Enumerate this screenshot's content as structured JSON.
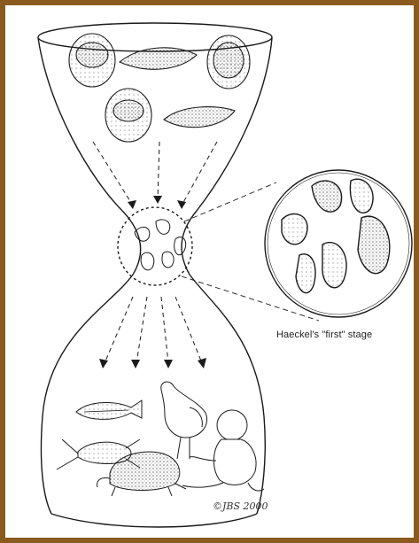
{
  "figure": {
    "frame_color": "#8a5a1e",
    "background": "#ececec",
    "ink_color": "#1a1a1a",
    "callout_label": "Haeckel's \"first\" stage",
    "signature": "©JBS 2000",
    "top_items": [
      "egg-1",
      "embryo-flat-1",
      "egg-2",
      "egg-3",
      "embryo-flat-2"
    ],
    "middle_items": [
      "early-embryo-cluster"
    ],
    "bottom_items": [
      "zebrafish",
      "chicken",
      "human-baby",
      "frog",
      "turtle"
    ]
  }
}
